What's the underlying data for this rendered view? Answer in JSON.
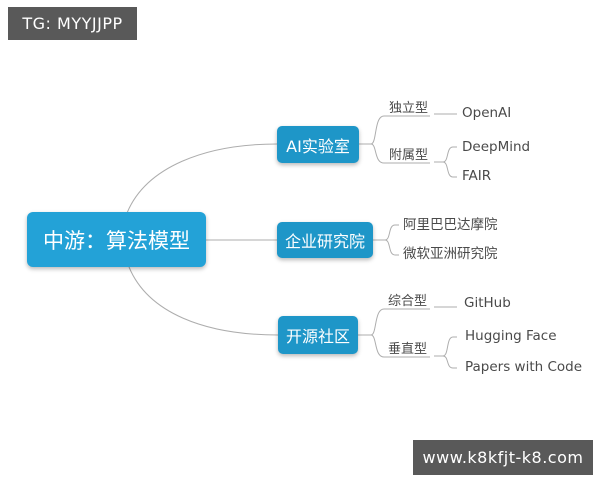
{
  "top_badge": {
    "label": "TG: MYYJJPP"
  },
  "bottom_badge": {
    "label": "www.k8kfjt-k8.com"
  },
  "colors": {
    "root_node_blue": "#23a2d7",
    "branch_node_blue": "#1e96c8",
    "badge_gray": "#595959",
    "connector_gray": "#adadad",
    "label_text_gray": "#4a4a4a"
  },
  "mindmap": {
    "root": {
      "label": "中游：算法模型"
    },
    "branches": [
      {
        "label": "AI实验室",
        "groups": [
          {
            "type_label": "独立型",
            "children": [
              "OpenAI"
            ]
          },
          {
            "type_label": "附属型",
            "children": [
              "DeepMind",
              "FAIR"
            ]
          }
        ]
      },
      {
        "label": "企业研究院",
        "children": [
          "阿里巴巴达摩院",
          "微软亚洲研究院"
        ]
      },
      {
        "label": "开源社区",
        "groups": [
          {
            "type_label": "综合型",
            "children": [
              "GitHub"
            ]
          },
          {
            "type_label": "垂直型",
            "children": [
              "Hugging Face",
              "Papers with Code"
            ]
          }
        ]
      }
    ]
  }
}
